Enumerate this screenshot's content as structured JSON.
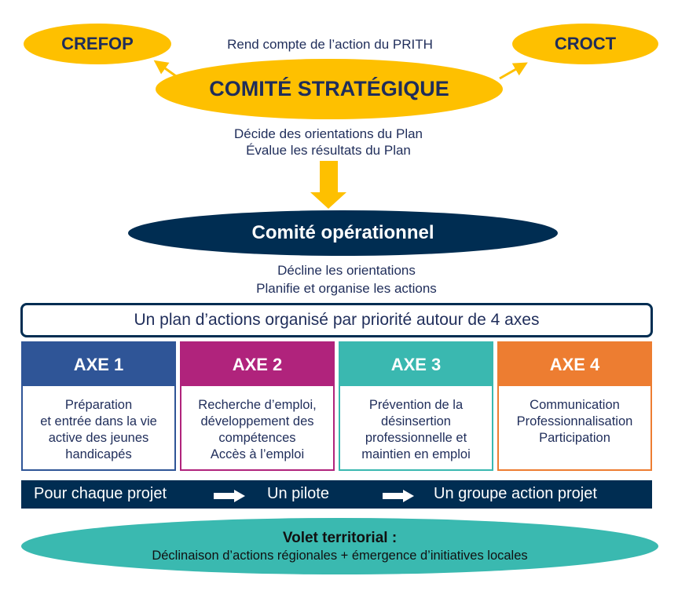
{
  "top": {
    "left_body": "CREFOP",
    "right_body": "CROCT",
    "report_text": "Rend compte de l’action du PRITH",
    "strategic_committee": "COMITÉ STRATÉGIQUE",
    "strategic_roles": [
      "Décide des orientations du Plan",
      "Évalue les résultats du Plan"
    ]
  },
  "operational": {
    "title": "Comité opérationnel",
    "roles": [
      "Décline les orientations",
      "Planifie et organise les actions"
    ]
  },
  "plan_title": "Un plan d’actions organisé par priorité autour de 4 axes",
  "axes": [
    {
      "title": "AXE 1",
      "lines": [
        "Préparation",
        "et entrée dans la vie",
        "active des jeunes",
        "handicapés"
      ],
      "color": "#2f5597"
    },
    {
      "title": "AXE 2",
      "lines": [
        "Recherche d’emploi,",
        "développement des",
        "compétences",
        "Accès à l’emploi"
      ],
      "color": "#b0237c"
    },
    {
      "title": "AXE 3",
      "lines": [
        "Prévention de la",
        "désinsertion",
        "professionnelle et",
        "maintien en emploi"
      ],
      "color": "#3ab8b0"
    },
    {
      "title": "AXE 4",
      "lines": [
        "Communication",
        "Professionnalisation",
        "Participation"
      ],
      "color": "#ed7d31"
    }
  ],
  "project_band": [
    "Pour chaque projet",
    "Un pilote",
    "Un groupe action projet"
  ],
  "territorial": {
    "title": "Volet territorial :",
    "text": "Déclinaison d’actions régionales + émergence d’initiatives locales"
  }
}
